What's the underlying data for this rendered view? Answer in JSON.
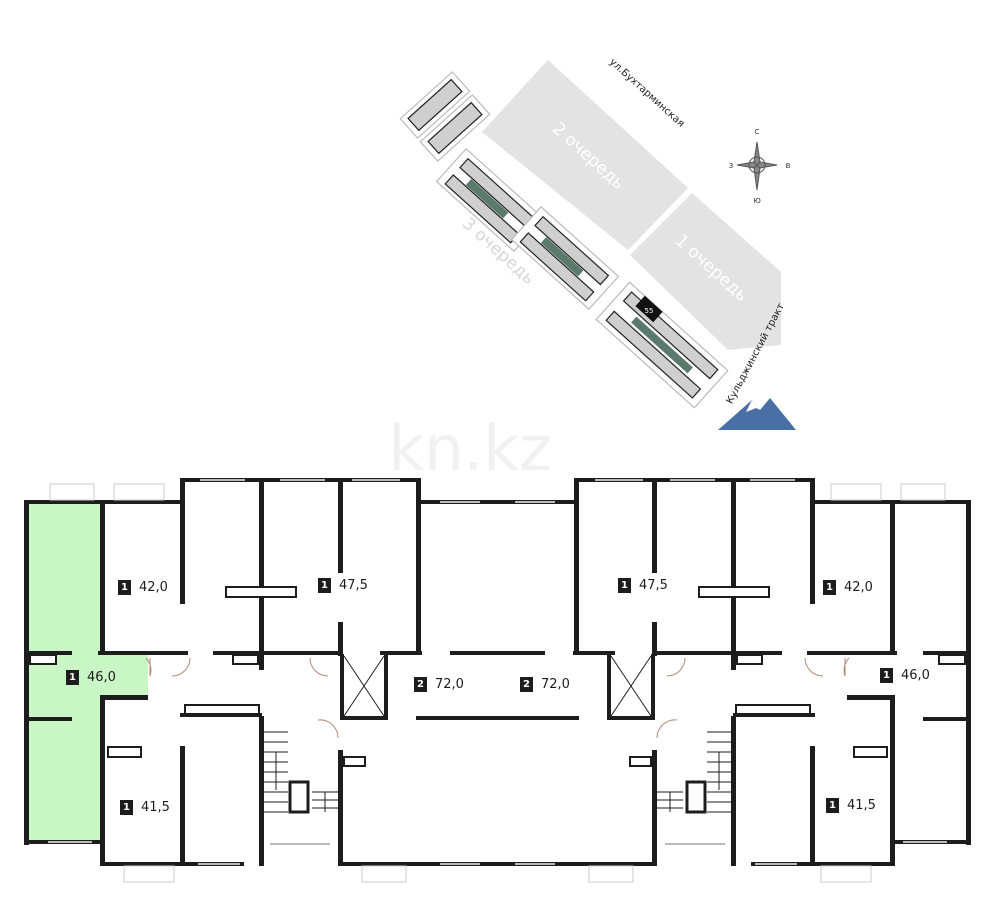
{
  "site_plan": {
    "street_top": "ул.Бухтарминская",
    "street_right": "Кульджинский тракт",
    "phase_1": "1 очередь",
    "phase_2": "2 очередь",
    "phase_3": "3 очередь",
    "selected_building": "55",
    "compass": {
      "n": "С",
      "s": "Ю",
      "w": "З",
      "e": "В"
    },
    "colors": {
      "phase_area": "#e3e3e3",
      "courtyard": "#5a7a6e",
      "selected": "#111111",
      "mountain": "#4a6fa5"
    }
  },
  "watermark": "kn.kz",
  "floor_plan": {
    "highlight_color": "#c8f7c5",
    "units": [
      {
        "rooms": "1",
        "area": "42,0"
      },
      {
        "rooms": "1",
        "area": "47,5"
      },
      {
        "rooms": "1",
        "area": "46,0",
        "selected": true
      },
      {
        "rooms": "1",
        "area": "41,5"
      },
      {
        "rooms": "2",
        "area": "72,0"
      },
      {
        "rooms": "2",
        "area": "72,0"
      },
      {
        "rooms": "1",
        "area": "47,5"
      },
      {
        "rooms": "1",
        "area": "42,0"
      },
      {
        "rooms": "1",
        "area": "46,0"
      },
      {
        "rooms": "1",
        "area": "41,5"
      }
    ]
  }
}
